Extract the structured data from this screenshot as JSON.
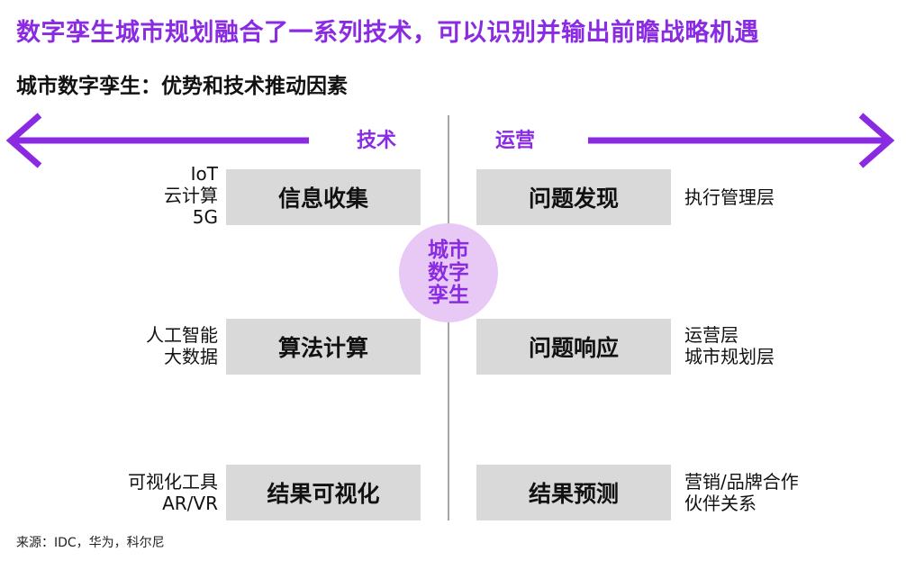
{
  "title": "数字孪生城市规划融合了一系列技术，可以识别并输出前瞻战略机遇",
  "subtitle": "城市数字孪生：优势和技术推动因素",
  "axis": {
    "left_label": "技术",
    "right_label": "运营"
  },
  "center": {
    "lines": [
      "城市",
      "数字",
      "孪生"
    ]
  },
  "rows": [
    {
      "left_items": [
        "IoT",
        "云计算",
        "5G"
      ],
      "left_box": "信息收集",
      "right_box": "问题发现",
      "right_items": [
        "执行管理层"
      ]
    },
    {
      "left_items": [
        "人工智能",
        "大数据"
      ],
      "left_box": "算法计算",
      "right_box": "问题响应",
      "right_items": [
        "运营层",
        "城市规划层"
      ]
    },
    {
      "left_items": [
        "可视化工具",
        "AR/VR"
      ],
      "left_box": "结果可视化",
      "right_box": "结果预测",
      "right_items": [
        "营销/品牌合作",
        "伙伴关系"
      ]
    }
  ],
  "source": "来源：IDC，华为，科尔尼",
  "colors": {
    "accent": "#8a2be2",
    "circle": "#e8c8f4",
    "box": "#d9d9d9",
    "divider": "#a6a6a6"
  }
}
